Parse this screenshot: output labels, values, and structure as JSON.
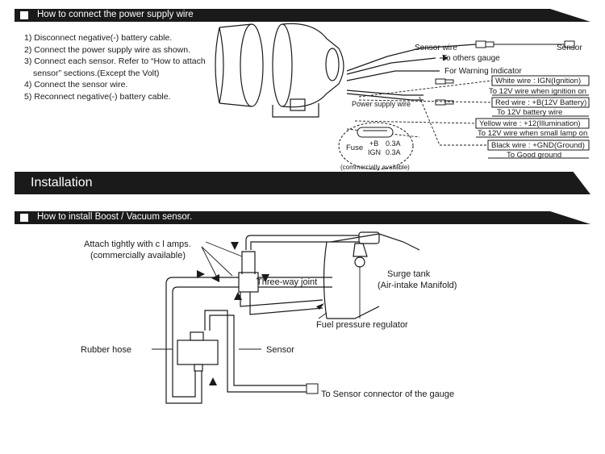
{
  "section1": {
    "title": "How to connect the power supply wire",
    "steps": [
      "1) Disconnect negative(-) battery cable.",
      "2) Connect the power supply wire as shown.",
      "3) Connect each sensor. Refer to “How to attach",
      "sensor” sections.(Except the Volt)",
      "4) Connect the sensor wire.",
      "5) Reconnect negative(-) battery cable."
    ],
    "labels": {
      "sensor_wire": "Sensor wire",
      "sensor": "Sensor",
      "to_others_gauge": "To others gauge",
      "for_warning_indicator": "For Warning Indicator",
      "power_supply_wire": "Power supply wire",
      "white_wire": "White wire : IGN(Ignition)",
      "white_wire_note": "To 12V wire when ignition on",
      "red_wire": "Red wire : +B(12V Battery)",
      "red_wire_note": "To 12V battery wire",
      "yellow_wire": "Yellow wire : +12(Illumination)",
      "yellow_wire_note": "To 12V wire when small lamp on",
      "black_wire": "Black wire : +GND(Ground)",
      "black_wire_note": "To Good ground",
      "fuse": "Fuse",
      "fuse_b": "+B",
      "fuse_b_val": "0.3A",
      "fuse_ign": "IGN",
      "fuse_ign_val": "0.3A",
      "commercially_available": "(commercially available)"
    }
  },
  "installation": {
    "title": "Installation"
  },
  "section2": {
    "title": "How to install Boost / Vacuum sensor.",
    "labels": {
      "attach_line1": "Attach tightly with c l amps.",
      "attach_line2": "(commercially available)",
      "three_way_joint": "Three-way joint",
      "surge_tank": "Surge tank",
      "air_intake": "(Air-intake Manifold)",
      "fuel_pressure_regulator": "Fuel pressure regulator",
      "rubber_hose": "Rubber hose",
      "sensor": "Sensor",
      "to_sensor_connector": "To Sensor connector of the gauge"
    }
  }
}
